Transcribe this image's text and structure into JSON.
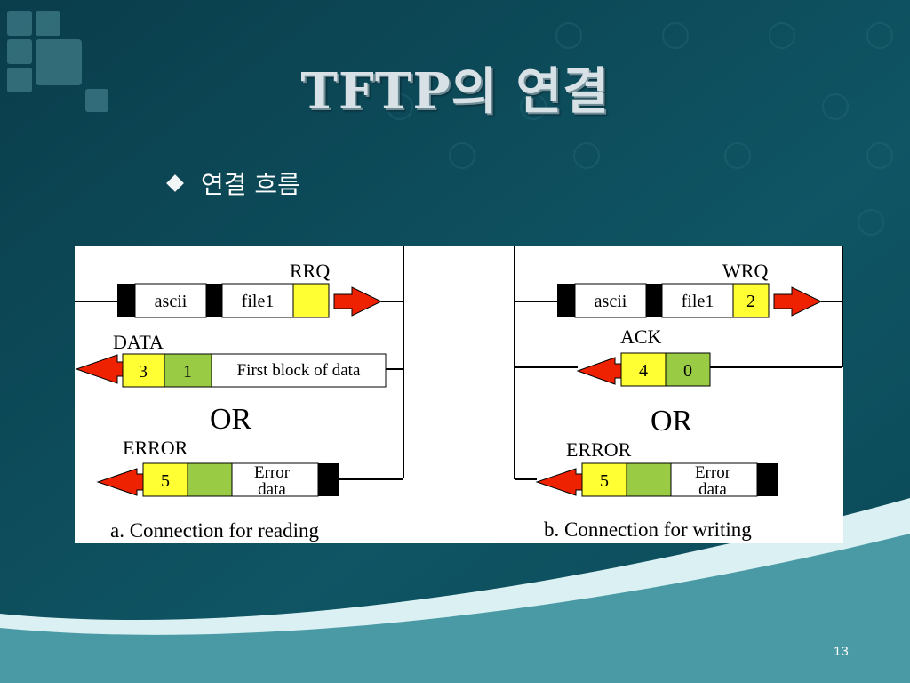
{
  "slide": {
    "title": "TFTP의 연결",
    "bullet": "연결 흐름",
    "page_number": "13"
  },
  "colors": {
    "background": "#0d4a5a",
    "wave_light": "#dbf0f3",
    "footer": "#4a9aa5",
    "yellow": "#ffff33",
    "green": "#99cc44",
    "arrow_red": "#ee2200"
  },
  "diagram": {
    "reading": {
      "rrq_label": "RRQ",
      "rrq_fields": [
        "ascii",
        "file1"
      ],
      "data_label": "DATA",
      "data_fields": [
        "3",
        "1",
        "First block of data"
      ],
      "or_label": "OR",
      "error_label": "ERROR",
      "error_fields": [
        "5",
        "Error",
        "data"
      ],
      "caption": "a. Connection for reading"
    },
    "writing": {
      "wrq_label": "WRQ",
      "wrq_fields": [
        "ascii",
        "file1",
        "2"
      ],
      "ack_label": "ACK",
      "ack_fields": [
        "4",
        "0"
      ],
      "or_label": "OR",
      "error_label": "ERROR",
      "error_fields": [
        "5",
        "Error",
        "data"
      ],
      "caption": "b. Connection for writing"
    }
  }
}
